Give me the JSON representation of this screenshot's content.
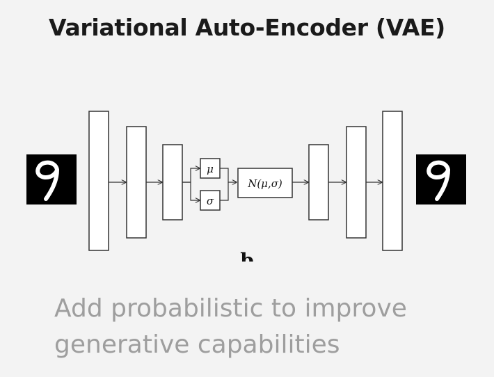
{
  "slide": {
    "title": "Variational Auto-Encoder (VAE)",
    "caption_line1": "Add probabilistic to improve",
    "caption_line2": "generative capabilities"
  },
  "diagram": {
    "input_image": "handwritten-digit-9",
    "output_image": "handwritten-digit-9",
    "mu_label": "μ",
    "sigma_label": "σ",
    "sampler_label": "N(μ,σ)",
    "partial_label": "b",
    "colors": {
      "stroke": "#333333",
      "box_fill": "#ffffff",
      "digit_bg": "#000000",
      "digit_stroke": "#ffffff"
    }
  }
}
